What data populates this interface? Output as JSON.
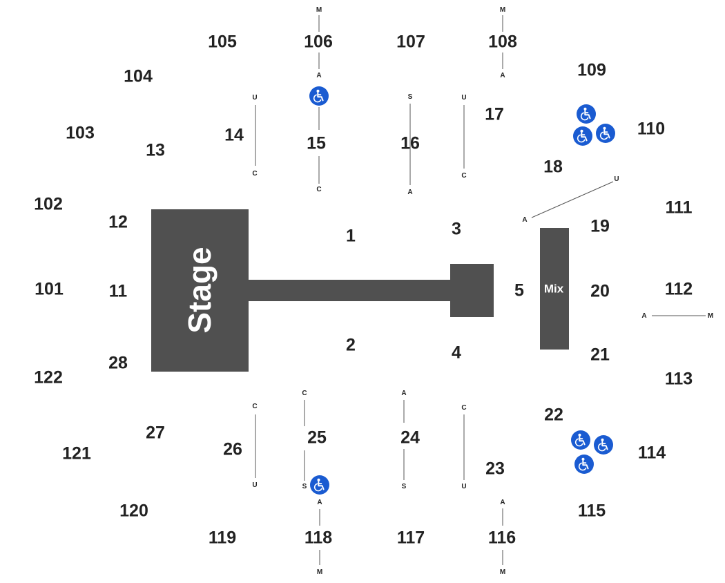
{
  "colors": {
    "block": "#505050",
    "text": "#222222",
    "line": "#555555",
    "accessible": "#1a5bd1"
  },
  "stage_label": "Stage",
  "mix_label": "Mix",
  "sections": [
    "105",
    "106",
    "107",
    "108",
    "104",
    "109",
    "103",
    "110",
    "102",
    "111",
    "101",
    "112",
    "122",
    "113",
    "121",
    "114",
    "120",
    "115",
    "119",
    "118",
    "117",
    "116",
    "14",
    "15",
    "16",
    "17",
    "13",
    "18",
    "12",
    "19",
    "1",
    "3",
    "11",
    "5",
    "20",
    "2",
    "4",
    "28",
    "21",
    "22",
    "27",
    "25",
    "24",
    "26",
    "23"
  ],
  "aisle_markers": [
    "M",
    "M",
    "A",
    "A",
    "U",
    "S",
    "U",
    "C",
    "C",
    "A",
    "C",
    "U",
    "A",
    "A",
    "M",
    "C",
    "C",
    "A",
    "C",
    "S",
    "S",
    "U",
    "U",
    "A",
    "A",
    "M",
    "M"
  ],
  "accessible_icon": "wheelchair-icon"
}
